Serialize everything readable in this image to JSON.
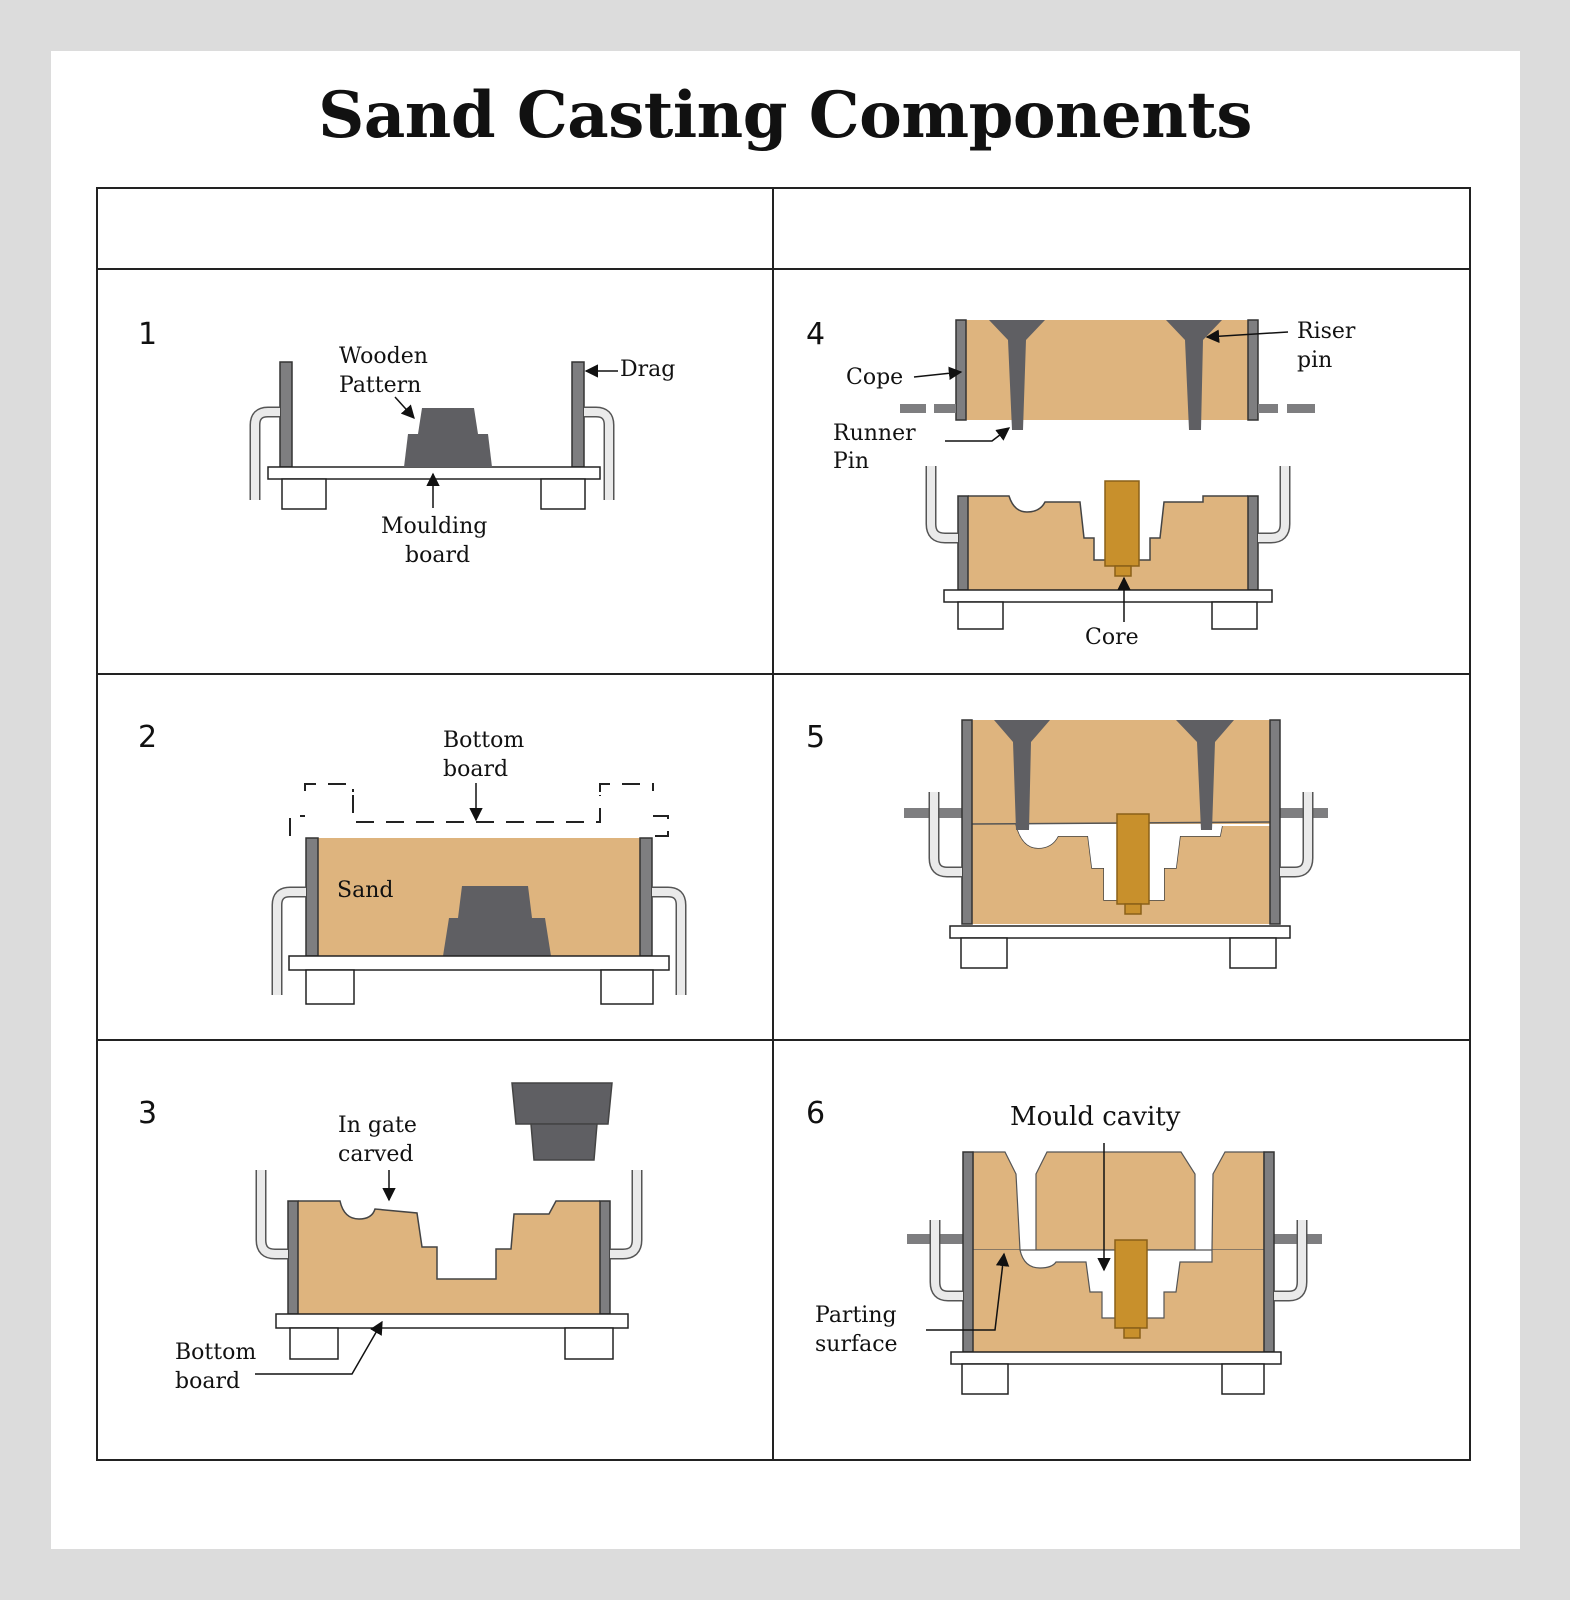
{
  "title": "Sand Casting Components",
  "colors": {
    "sand": "#deb47e",
    "pattern": "#5f5f63",
    "flask": "#7e7e80",
    "core": "#c8902c",
    "board": "#ffffff",
    "handle": "#cfcfcf"
  },
  "panels": [
    {
      "number": "1",
      "labels": {
        "wooden_pattern": [
          "Wooden",
          "Pattern"
        ],
        "drag": "Drag",
        "moulding_board": [
          "Moulding",
          "board"
        ]
      }
    },
    {
      "number": "2",
      "labels": {
        "bottom_board": [
          "Bottom",
          "board"
        ],
        "sand": "Sand"
      }
    },
    {
      "number": "3",
      "labels": {
        "in_gate": [
          "In gate",
          "carved"
        ],
        "bottom_board": [
          "Bottom",
          "board"
        ]
      }
    },
    {
      "number": "4",
      "labels": {
        "cope": "Cope",
        "riser_pin": [
          "Riser",
          "pin"
        ],
        "runner_pin": [
          "Runner",
          "Pin"
        ],
        "core": "Core"
      }
    },
    {
      "number": "5",
      "labels": {}
    },
    {
      "number": "6",
      "labels": {
        "mould_cavity": "Mould cavity",
        "parting_surface": [
          "Parting",
          "surface"
        ]
      }
    }
  ]
}
